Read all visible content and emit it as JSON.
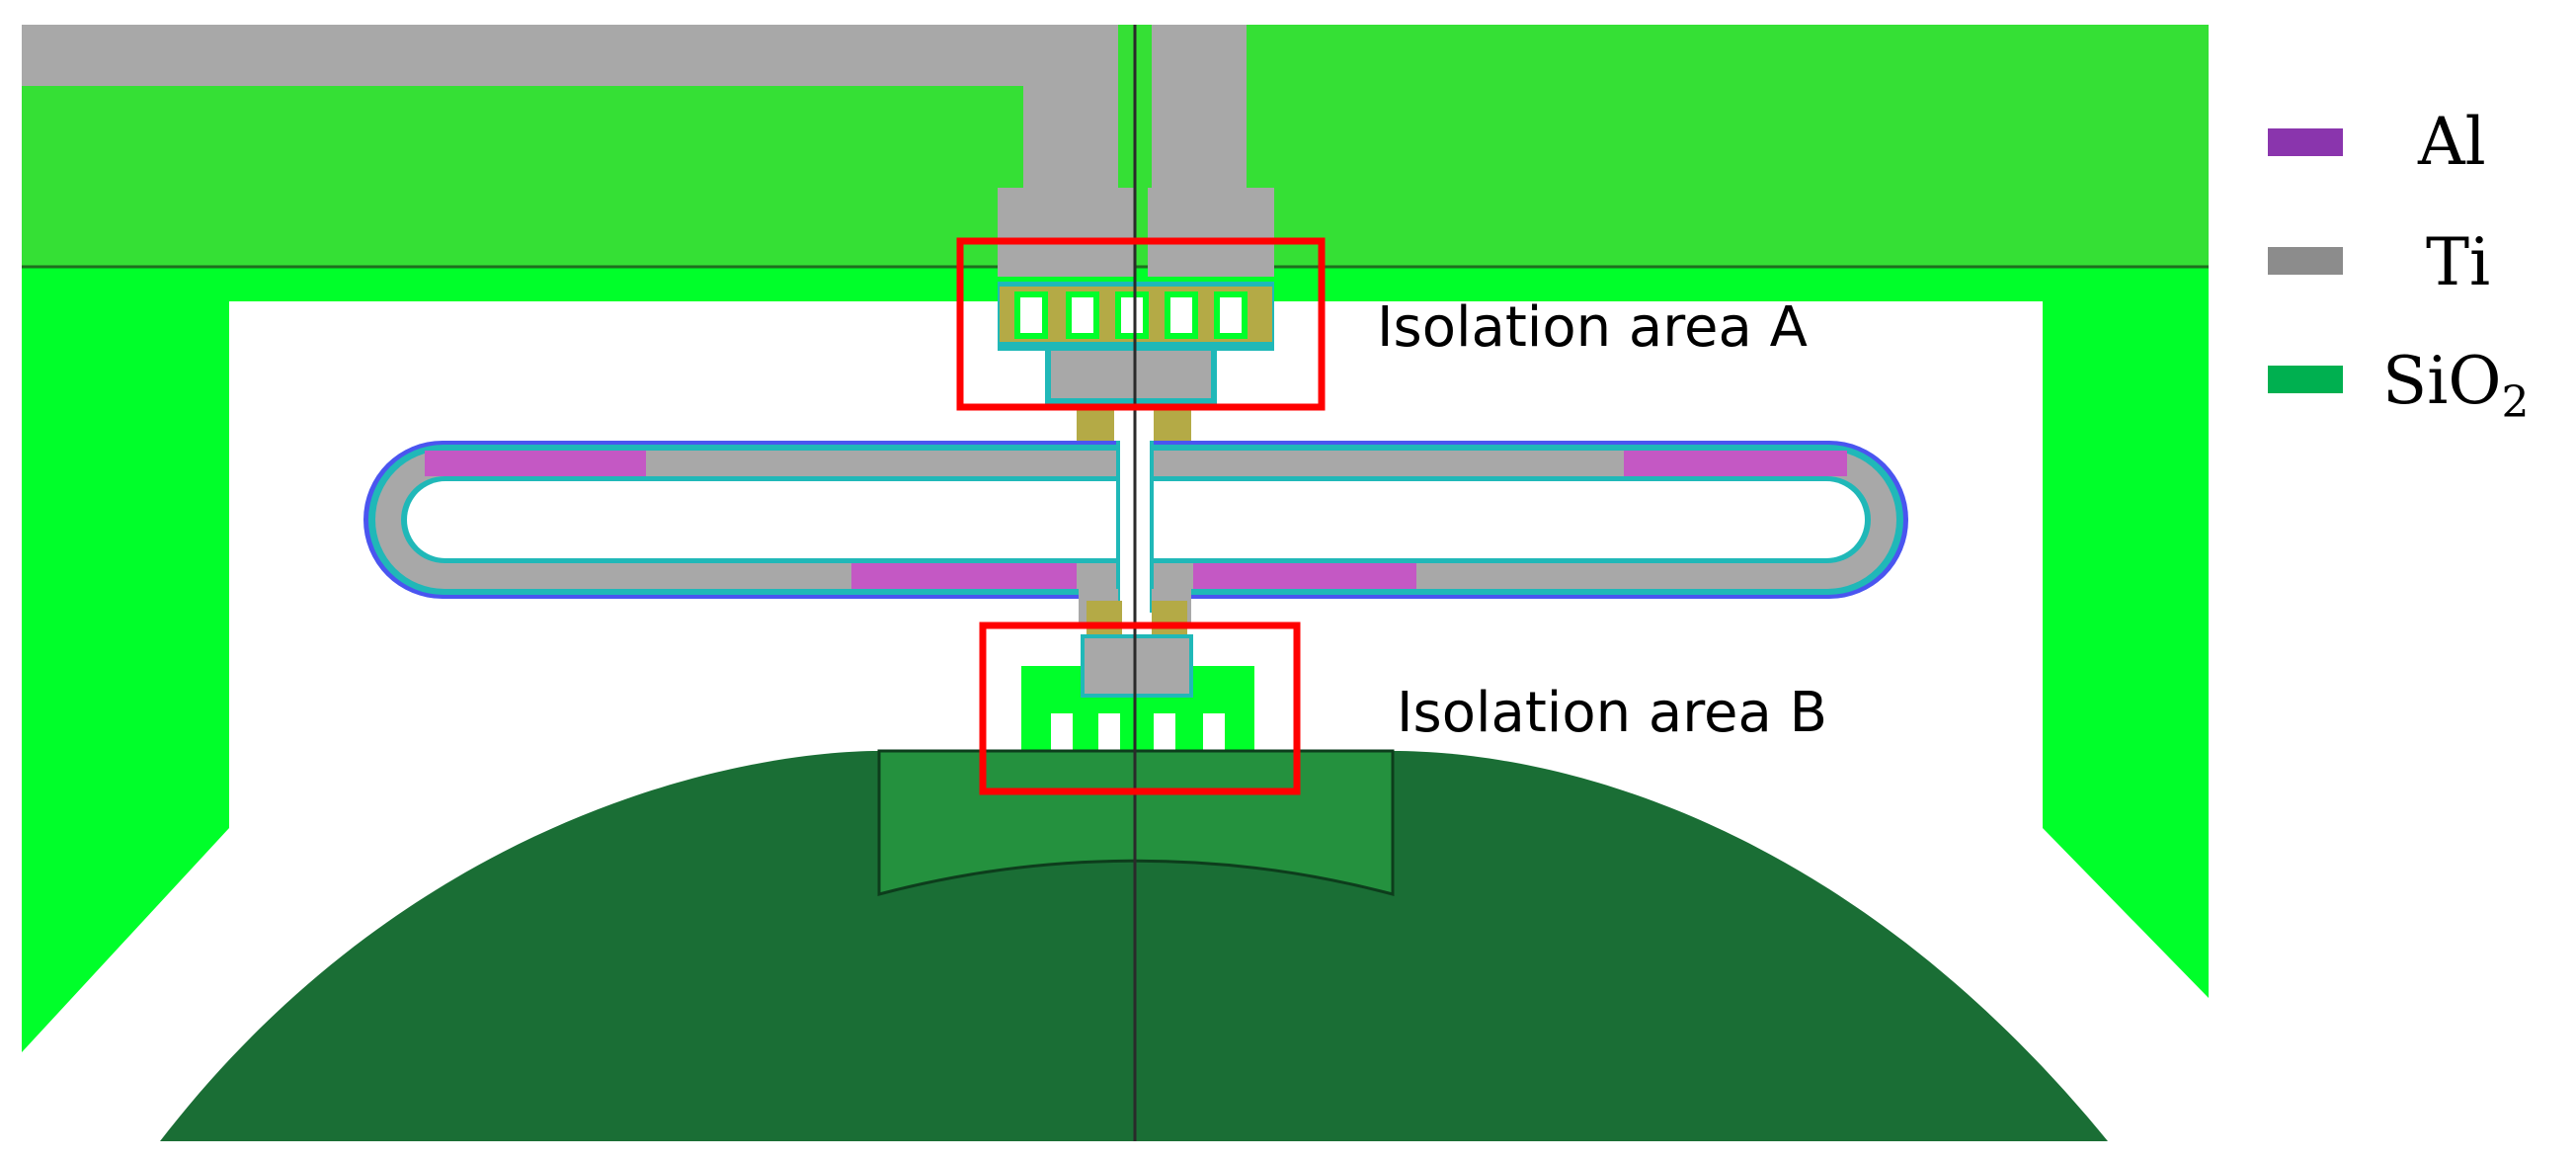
{
  "callouts": {
    "isolation_a": "Isolation area A",
    "isolation_b": "Isolation area B"
  },
  "legend": [
    {
      "label": "Al",
      "color": "#8a35ad"
    },
    {
      "label": "Ti",
      "color": "#8c8c8c"
    },
    {
      "label": "SiO",
      "subscript": "2",
      "color": "#00b050"
    }
  ],
  "colors": {
    "field_green": "#35e035",
    "bright_green": "#00ff2a",
    "dark_green": "#1a6e35",
    "titanium": "#a8a8a8",
    "aluminum": "#c458c4",
    "edge_cyan": "#20b8b8",
    "edge_blue": "#4a55f0",
    "contact_tan": "#b4aa46",
    "highlight_red": "#ff0000"
  }
}
